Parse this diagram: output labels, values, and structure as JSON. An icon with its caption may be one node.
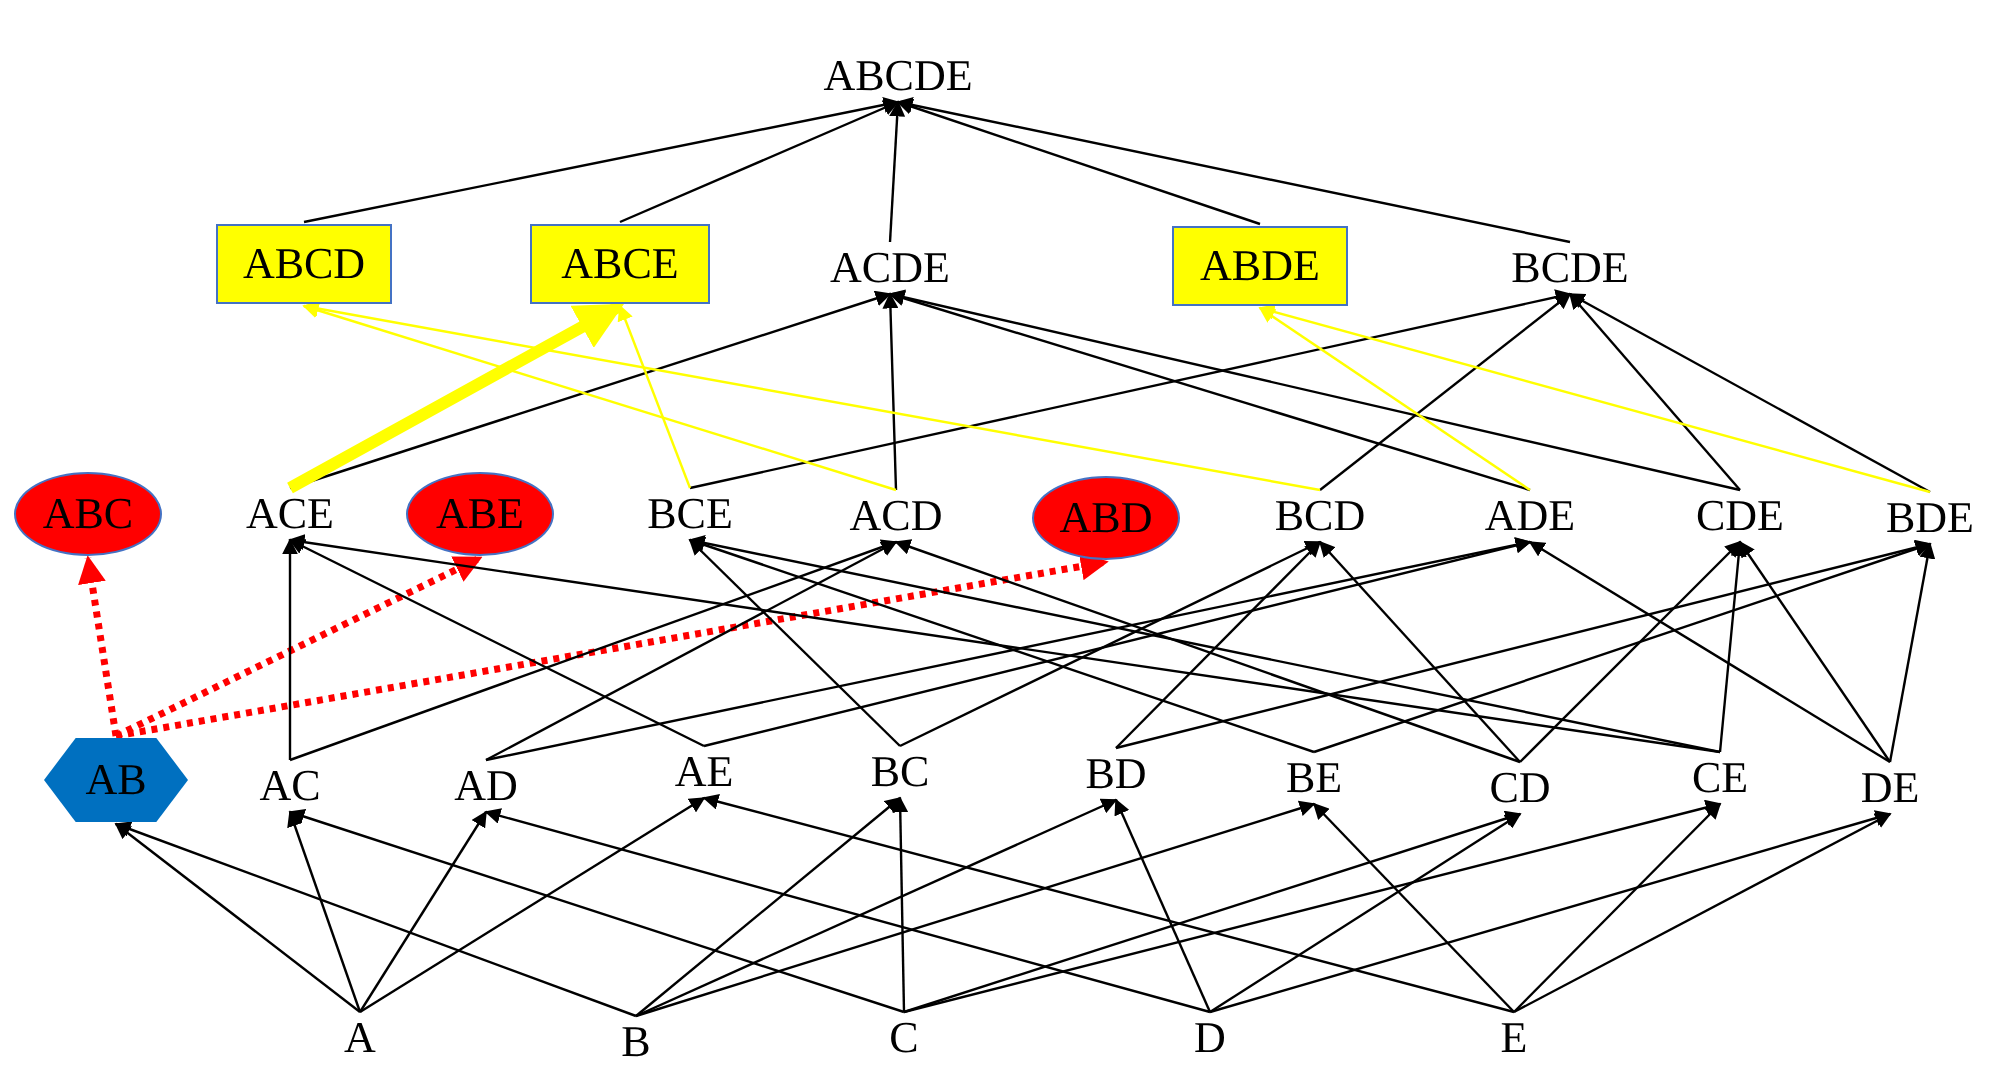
{
  "diagram": {
    "nodes": [
      {
        "text": [
          "ABCDE"
        ]
      },
      {
        "text": [
          "ABCD"
        ]
      },
      {
        "text": [
          "ABCE"
        ]
      },
      {
        "text": [
          "ACDE"
        ]
      },
      {
        "text": [
          "ABDE"
        ]
      },
      {
        "text": [
          "BCDE"
        ]
      },
      {
        "text": [
          "ABC"
        ]
      },
      {
        "text": [
          "ACE"
        ]
      },
      {
        "text": [
          "ABE"
        ]
      },
      {
        "text": [
          "BCE"
        ]
      },
      {
        "text": [
          "ACD"
        ]
      },
      {
        "text": [
          "ABD"
        ]
      },
      {
        "text": [
          "BCD"
        ]
      },
      {
        "text": [
          "ADE"
        ]
      },
      {
        "text": [
          "CDE"
        ]
      },
      {
        "text": [
          "BDE"
        ]
      },
      {
        "text": [
          "AB"
        ]
      },
      {
        "text": [
          "AC"
        ]
      },
      {
        "text": [
          "AD"
        ]
      },
      {
        "text": [
          "AE"
        ]
      },
      {
        "text": [
          "BC"
        ]
      },
      {
        "text": [
          "BD"
        ]
      },
      {
        "text": [
          "BE"
        ]
      },
      {
        "text": [
          "CD"
        ]
      },
      {
        "text": [
          "CE"
        ]
      },
      {
        "text": [
          "DE"
        ]
      },
      {
        "text": [
          "A"
        ]
      },
      {
        "text": [
          "B"
        ]
      },
      {
        "text": [
          "C"
        ]
      },
      {
        "text": [
          "D"
        ]
      },
      {
        "text": [
          "E"
        ]
      }
    ],
    "edges": [
      {
        "from": 26,
        "to": 16,
        "arrow": "to"
      },
      {
        "from": 26,
        "to": 17,
        "arrow": "to"
      },
      {
        "from": 26,
        "to": 18,
        "arrow": "to"
      },
      {
        "from": 26,
        "to": 19,
        "arrow": "to"
      },
      {
        "from": 27,
        "to": 16,
        "arrow": "to"
      },
      {
        "from": 27,
        "to": 20,
        "arrow": "to"
      },
      {
        "from": 27,
        "to": 21,
        "arrow": "to"
      },
      {
        "from": 27,
        "to": 22,
        "arrow": "to"
      },
      {
        "from": 28,
        "to": 17,
        "arrow": "to"
      },
      {
        "from": 28,
        "to": 20,
        "arrow": "to"
      },
      {
        "from": 28,
        "to": 23,
        "arrow": "to"
      },
      {
        "from": 28,
        "to": 24,
        "arrow": "to"
      },
      {
        "from": 29,
        "to": 18,
        "arrow": "to"
      },
      {
        "from": 29,
        "to": 21,
        "arrow": "to"
      },
      {
        "from": 29,
        "to": 23,
        "arrow": "to"
      },
      {
        "from": 29,
        "to": 25,
        "arrow": "to"
      },
      {
        "from": 30,
        "to": 19,
        "arrow": "to"
      },
      {
        "from": 30,
        "to": 22,
        "arrow": "to"
      },
      {
        "from": 30,
        "to": 24,
        "arrow": "to"
      },
      {
        "from": 30,
        "to": 25,
        "arrow": "to"
      },
      {
        "from": 16,
        "to": 6,
        "arrow": "to",
        "style": "dashed",
        "color": "#ff0000"
      },
      {
        "from": 16,
        "to": 8,
        "arrow": "to",
        "style": "dashed",
        "color": "#ff0000"
      },
      {
        "from": 16,
        "to": 11,
        "arrow": "to",
        "style": "dashed",
        "color": "#ff0000"
      },
      {
        "from": 17,
        "to": 7,
        "arrow": "to"
      },
      {
        "from": 19,
        "to": 7,
        "arrow": "to"
      },
      {
        "from": 24,
        "to": 7,
        "arrow": "to"
      },
      {
        "from": 20,
        "to": 9,
        "arrow": "to"
      },
      {
        "from": 22,
        "to": 9,
        "arrow": "to"
      },
      {
        "from": 24,
        "to": 9,
        "arrow": "to"
      },
      {
        "from": 17,
        "to": 10,
        "arrow": "to"
      },
      {
        "from": 18,
        "to": 10,
        "arrow": "to"
      },
      {
        "from": 23,
        "to": 10,
        "arrow": "to"
      },
      {
        "from": 20,
        "to": 12,
        "arrow": "to"
      },
      {
        "from": 21,
        "to": 12,
        "arrow": "to"
      },
      {
        "from": 23,
        "to": 12,
        "arrow": "to"
      },
      {
        "from": 18,
        "to": 13,
        "arrow": "to"
      },
      {
        "from": 19,
        "to": 13,
        "arrow": "to"
      },
      {
        "from": 25,
        "to": 13,
        "arrow": "to"
      },
      {
        "from": 23,
        "to": 14,
        "arrow": "to"
      },
      {
        "from": 24,
        "to": 14,
        "arrow": "to"
      },
      {
        "from": 25,
        "to": 14,
        "arrow": "to"
      },
      {
        "from": 21,
        "to": 15,
        "arrow": "to"
      },
      {
        "from": 22,
        "to": 15,
        "arrow": "to"
      },
      {
        "from": 25,
        "to": 15,
        "arrow": "to"
      },
      {
        "from": 7,
        "to": 3,
        "arrow": "to"
      },
      {
        "from": 10,
        "to": 3,
        "arrow": "to"
      },
      {
        "from": 13,
        "to": 3,
        "arrow": "to"
      },
      {
        "from": 14,
        "to": 3,
        "arrow": "to"
      },
      {
        "from": 9,
        "to": 5,
        "arrow": "to"
      },
      {
        "from": 12,
        "to": 5,
        "arrow": "to"
      },
      {
        "from": 14,
        "to": 5,
        "arrow": "to"
      },
      {
        "from": 15,
        "to": 5,
        "arrow": "to"
      },
      {
        "from": 10,
        "to": 1,
        "arrow": "to",
        "color": "#ffff00"
      },
      {
        "from": 12,
        "to": 1,
        "arrow": "to",
        "color": "#ffff00"
      },
      {
        "from": 7,
        "to": 2,
        "arrow": "to",
        "style": "thick",
        "color": "#ffff00"
      },
      {
        "from": 9,
        "to": 2,
        "arrow": "to",
        "color": "#ffff00"
      },
      {
        "from": 13,
        "to": 4,
        "arrow": "to",
        "color": "#ffff00"
      },
      {
        "from": 15,
        "to": 4,
        "arrow": "to",
        "color": "#ffff00"
      },
      {
        "from": 1,
        "to": 0,
        "arrow": "to"
      },
      {
        "from": 2,
        "to": 0,
        "arrow": "to"
      },
      {
        "from": 3,
        "to": 0,
        "arrow": "to"
      },
      {
        "from": 4,
        "to": 0,
        "arrow": "to"
      },
      {
        "from": 5,
        "to": 0,
        "arrow": "to"
      }
    ]
  }
}
